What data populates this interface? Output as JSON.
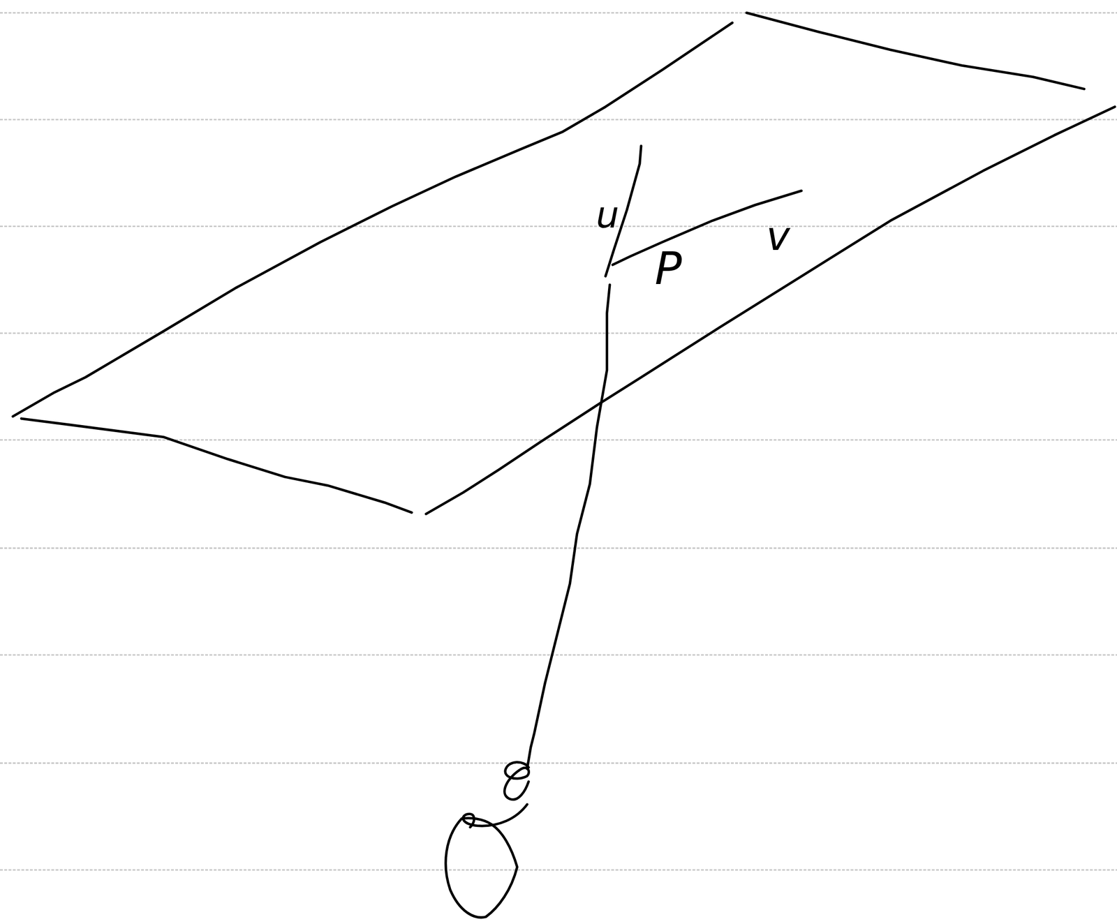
{
  "diagram": {
    "labels": [
      "u",
      "P",
      "v"
    ]
  }
}
